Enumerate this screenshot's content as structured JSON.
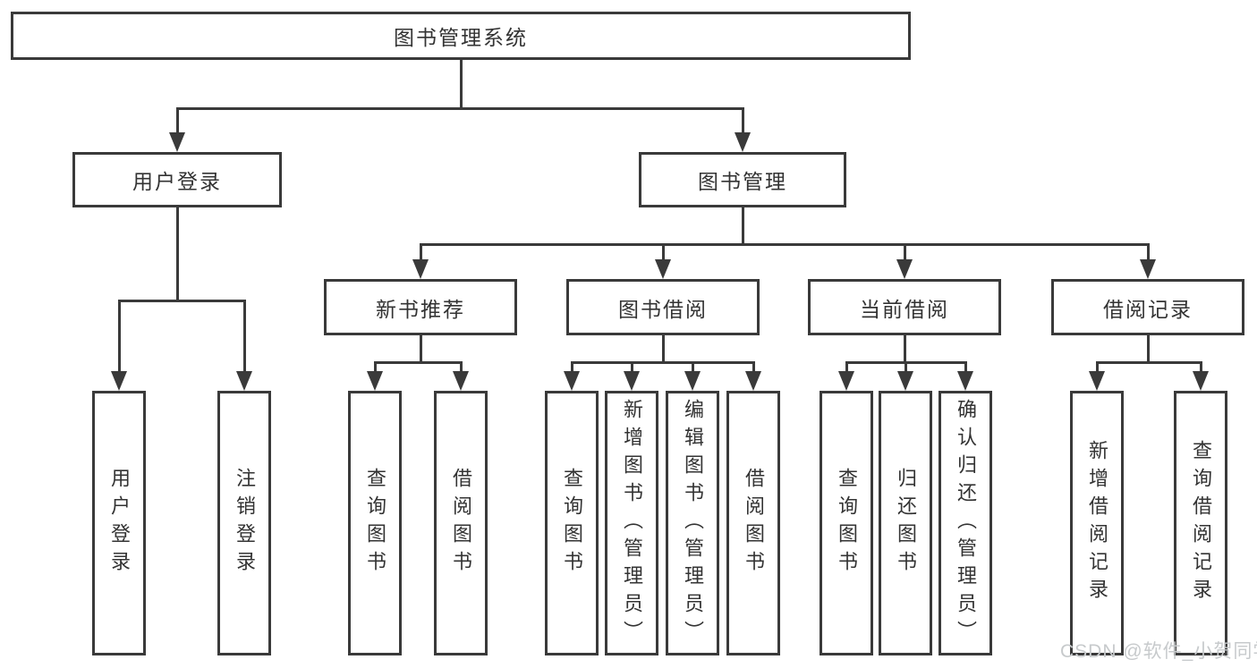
{
  "tree": {
    "root": "图书管理系统",
    "branches": [
      {
        "label": "用户登录",
        "children": [
          "用户登录",
          "注销登录"
        ]
      },
      {
        "label": "图书管理",
        "sections": [
          {
            "label": "新书推荐",
            "children": [
              "查询图书",
              "借阅图书"
            ]
          },
          {
            "label": "图书借阅",
            "children": [
              "查询图书",
              "新增图书（管理员）",
              "编辑图书（管理员）",
              "借阅图书"
            ]
          },
          {
            "label": "当前借阅",
            "children": [
              "查询图书",
              "归还图书",
              "确认归还（管理员）"
            ]
          },
          {
            "label": "借阅记录",
            "children": [
              "新增借阅记录",
              "查询借阅记录"
            ]
          }
        ]
      }
    ]
  },
  "watermark": "CSDN @软件_小贺同学",
  "colors": {
    "line": "#3a3a3a",
    "text": "#333333",
    "watermark": "#c7cacc",
    "background": "#ffffff"
  }
}
